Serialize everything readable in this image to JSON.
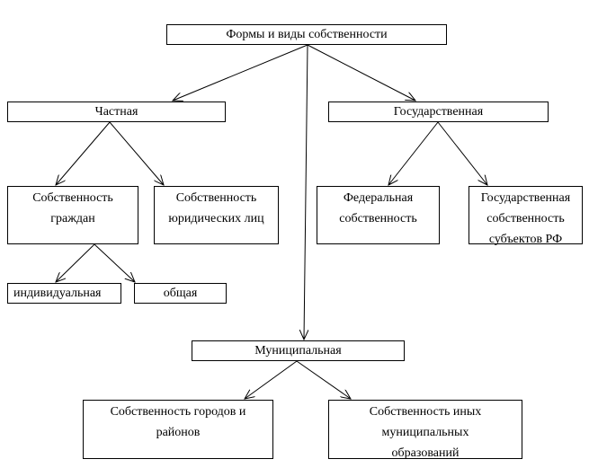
{
  "diagram": {
    "root": "Формы и виды собственности",
    "private": {
      "label": "Частная",
      "citizens": {
        "label": "Собственность граждан",
        "individual": "индивидуальная",
        "common": "общая"
      },
      "legal_entities": "Собственность юридических лиц"
    },
    "state": {
      "label": "Государственная",
      "federal": "Федеральная собственность",
      "subjects": "Государственная собственность субъектов РФ"
    },
    "municipal": {
      "label": "Муниципальная",
      "cities": "Собственность городов и районов",
      "other": "Собственность иных муниципальных образований"
    }
  }
}
